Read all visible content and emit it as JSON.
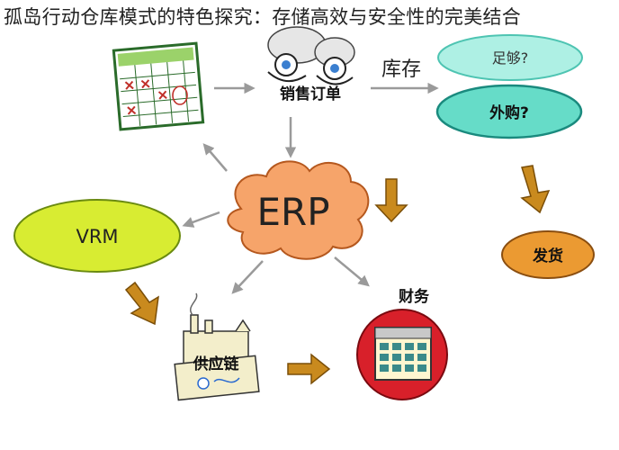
{
  "title": "孤岛行动仓库模式的特色探究：存储高效与安全性的完美结合",
  "nodes": {
    "sales_order": "销售订单",
    "inventory": "库存",
    "enough": "足够?",
    "outsource": "外购?",
    "erp": "ERP",
    "vrm": "VRM",
    "shipping": "发货",
    "finance": "财务",
    "supply_chain": "供应链"
  },
  "colors": {
    "ellipse_fill": "#7fe0d0",
    "ellipse_stroke": "#1a8a7e",
    "erp_fill": "#f6a46a",
    "vrm_fill": "#d8ec32",
    "shipping_fill": "#eb9a32",
    "brown_arrow": "#c98a1e",
    "gray_arrow": "#9a9a9a",
    "finance_red": "#d8202a"
  }
}
